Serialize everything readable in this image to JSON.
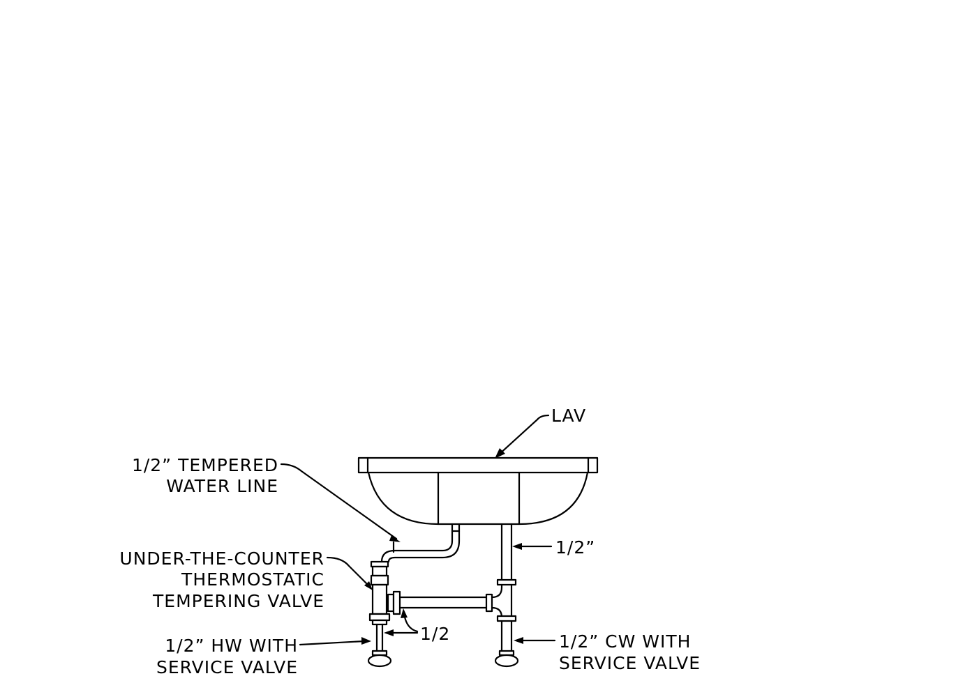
{
  "labels": {
    "lav": "LAV",
    "tempered_line_1": "1/2” TEMPERED",
    "tempered_line_2": "WATER LINE",
    "valve_line_1": "UNDER-THE-COUNTER",
    "valve_line_2": "THERMOSTATIC",
    "valve_line_3": "TEMPERING VALVE",
    "cw_size": "1/2”",
    "crossover_size": "1/2",
    "hw_line_1": "1/2” HW WITH",
    "hw_line_2": "SERVICE VALVE",
    "cw_line_1": "1/2” CW WITH",
    "cw_line_2": "SERVICE VALVE"
  },
  "colors": {
    "line": "#000000",
    "background": "#ffffff"
  }
}
